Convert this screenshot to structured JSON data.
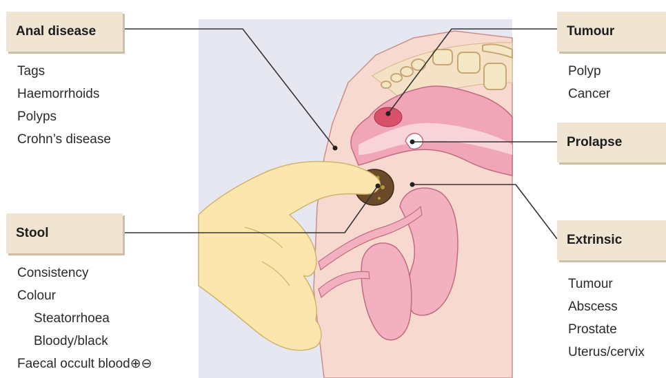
{
  "labels": {
    "anal_disease": {
      "title": "Anal disease",
      "items": [
        "Tags",
        "Haemorrhoids",
        "Polyps",
        "Crohn’s disease"
      ]
    },
    "stool": {
      "title": "Stool",
      "items": [
        "Consistency",
        "Colour",
        "Steatorrhoea",
        "Bloody/black",
        "Faecal occult blood"
      ],
      "symbols": "⊕⊖"
    },
    "tumour": {
      "title": "Tumour",
      "items": [
        "Polyp",
        "Cancer"
      ]
    },
    "prolapse": {
      "title": "Prolapse"
    },
    "extrinsic": {
      "title": "Extrinsic",
      "items": [
        "Tumour",
        "Abscess",
        "Prostate",
        "Uterus/cervix"
      ]
    }
  },
  "colors": {
    "label_bg": "#efe5d2",
    "background_panel": "#e6e7f0",
    "skin": "#f7d9cf",
    "finger": "#fbe7ae",
    "rectum": "#f0a6b6",
    "bone": "#f3e7c6",
    "stool": "#6b4a2a"
  }
}
